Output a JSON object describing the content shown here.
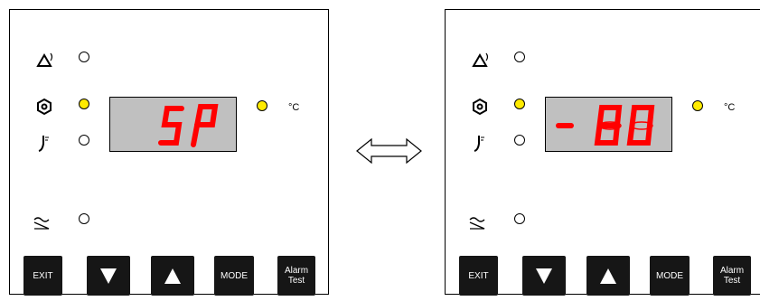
{
  "panels": [
    {
      "display_text": "SP",
      "unit": "°C",
      "indicators": {
        "alarm": "alarm-icon",
        "compressor": "snowflake-icon",
        "temperature": "thermometer-icon",
        "defrost": "defrost-icon"
      },
      "leds": {
        "alarm": false,
        "compressor": true,
        "temperature": false,
        "defrost": false,
        "unit": true
      },
      "buttons": {
        "exit": "EXIT",
        "down": "down-arrow-icon",
        "up": "up-arrow-icon",
        "mode": "MODE",
        "alarm_test_line1": "Alarm",
        "alarm_test_line2": "Test"
      }
    },
    {
      "display_text": "-80",
      "unit": "°C",
      "indicators": {
        "alarm": "alarm-icon",
        "compressor": "snowflake-icon",
        "temperature": "thermometer-icon",
        "defrost": "defrost-icon"
      },
      "leds": {
        "alarm": false,
        "compressor": true,
        "temperature": false,
        "defrost": false,
        "unit": true
      },
      "buttons": {
        "exit": "EXIT",
        "down": "down-arrow-icon",
        "up": "up-arrow-icon",
        "mode": "MODE",
        "alarm_test_line1": "Alarm",
        "alarm_test_line2": "Test"
      }
    }
  ],
  "transition_icon": "double-arrow-icon",
  "colors": {
    "led_on": "#ffeb00",
    "display_bg": "#c0c0c0",
    "segment_red": "#ff0000",
    "button_bg": "#161616"
  }
}
